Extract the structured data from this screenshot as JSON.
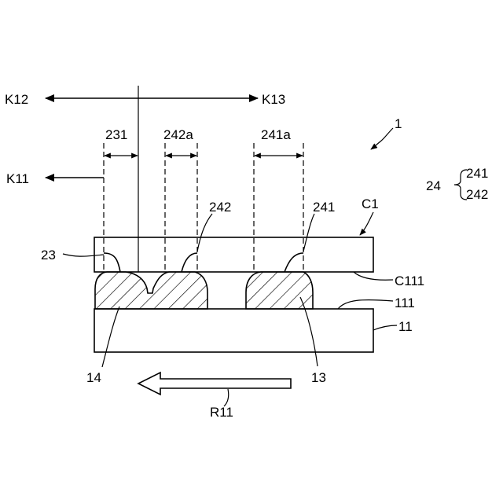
{
  "labels": {
    "figure_ref": "1",
    "k11": "K11",
    "k12": "K12",
    "k13": "K13",
    "d231": "231",
    "d242a": "242a",
    "d241a": "241a",
    "group24": "24",
    "group24_a": "241",
    "group24_b": "242",
    "l242": "242",
    "l241": "241",
    "c1": "C1",
    "l23": "23",
    "c111": "C111",
    "l111": "111",
    "l11": "11",
    "l14": "14",
    "l13": "13",
    "r11": "R11"
  }
}
